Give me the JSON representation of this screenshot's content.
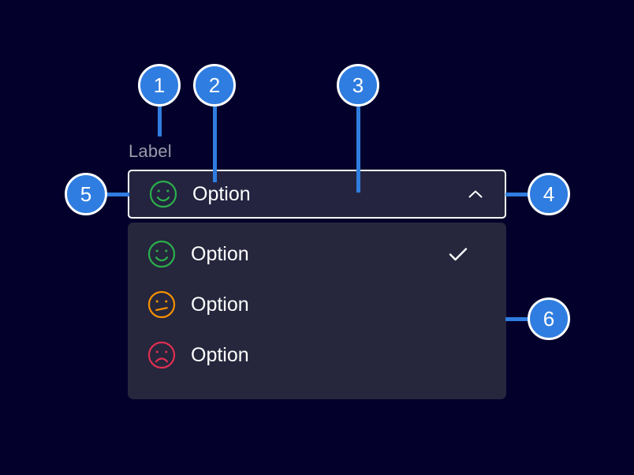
{
  "page": {
    "title": "Select / Dropdown component annotation",
    "background_color": "#03002b"
  },
  "colors": {
    "page_bg": "#03002b",
    "field_bg": "#242440",
    "dropdown_bg": "#26263d",
    "field_border": "#ffffff",
    "text_primary": "#ffffff",
    "label_text": "#9a9aa9",
    "callout_blue": "#2f7de0",
    "icon_happy": "#2bb04b",
    "icon_neutral": "#f59100",
    "icon_sad": "#e03050"
  },
  "field": {
    "label": "Label",
    "selected_value": "Option",
    "selected_icon": "happy-face-icon",
    "chevron_icon": "chevron-up-icon",
    "expanded": true
  },
  "dropdown": {
    "items": [
      {
        "label": "Option",
        "icon": "happy-face-icon",
        "icon_color": "#2bb04b",
        "selected": true
      },
      {
        "label": "Option",
        "icon": "neutral-face-icon",
        "icon_color": "#f59100",
        "selected": false
      },
      {
        "label": "Option",
        "icon": "sad-face-icon",
        "icon_color": "#e03050",
        "selected": false
      }
    ],
    "check_icon": "check-icon"
  },
  "callouts": [
    {
      "number": "1",
      "target": "field-label"
    },
    {
      "number": "2",
      "target": "selected-option-icon"
    },
    {
      "number": "3",
      "target": "select-control-body"
    },
    {
      "number": "4",
      "target": "chevron-toggle"
    },
    {
      "number": "5",
      "target": "select-control-left-edge"
    },
    {
      "number": "6",
      "target": "dropdown-panel"
    }
  ]
}
